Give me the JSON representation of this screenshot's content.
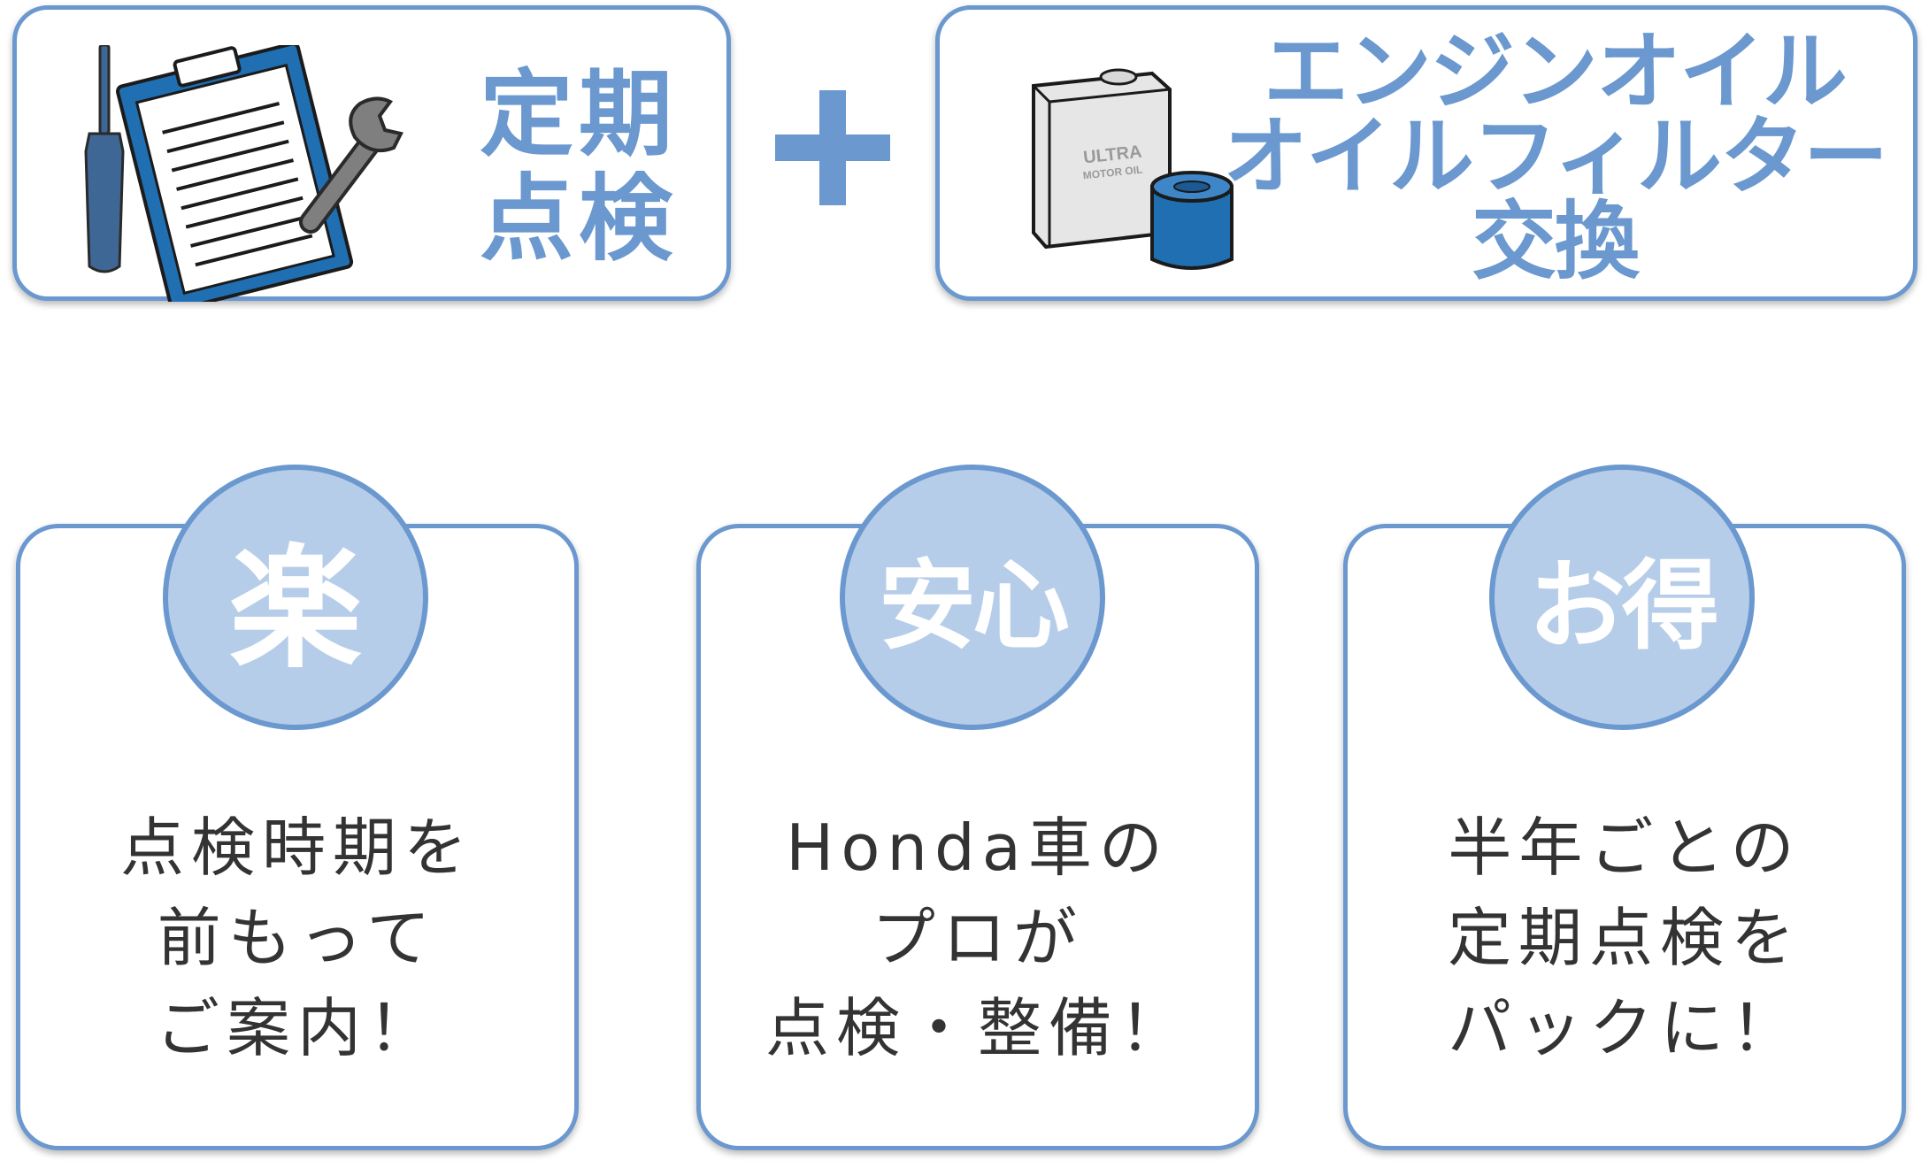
{
  "colors": {
    "accent_blue": "#6a98cf",
    "badge_fill": "#b6cde9",
    "body_text": "#333333",
    "clipboard_blue": "#1f6fb2",
    "tool_blue": "#3f6796"
  },
  "top": {
    "inspection": {
      "title": "定期\n点検",
      "icons": [
        "screwdriver-icon",
        "clipboard-icon",
        "wrench-icon"
      ]
    },
    "plus_icon": "plus-icon",
    "oil": {
      "title": "エンジンオイル\nオイルフィルター\n交換",
      "can_label_line1": "ULTRA",
      "can_label_line2": "MOTOR OIL",
      "icons": [
        "oil-can-icon",
        "oil-filter-icon"
      ]
    }
  },
  "cards": [
    {
      "badge": "楽",
      "text": "点検時期を\n前もって\nご案内！"
    },
    {
      "badge": "安心",
      "text": "Honda車の\nプロが\n点検・整備！"
    },
    {
      "badge": "お得",
      "text": "半年ごとの\n定期点検を\nパックに！"
    }
  ]
}
